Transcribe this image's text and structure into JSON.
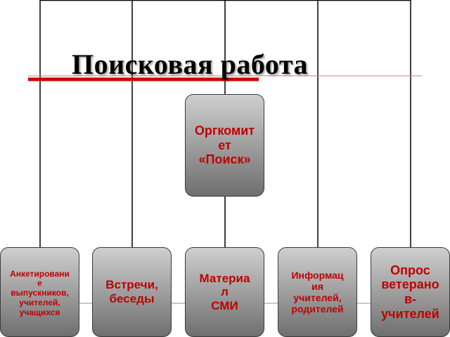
{
  "title": "Поисковая работа",
  "colors": {
    "box_text": "#c00000",
    "accent_line": "#cc0000",
    "thin_line": "#c08080",
    "connector": "#000000"
  },
  "center_box": {
    "label": "Оргкомит\nет\n«Поиск»"
  },
  "bottom_boxes": [
    {
      "label": "Анкетировани\nе\nвыпускников,\nучителей,\nучащихся"
    },
    {
      "label": "Встречи,\nбеседы"
    },
    {
      "label": "Материа\nл\nСМИ"
    },
    {
      "label": "Информац\nия\nучителей,\nродителей"
    },
    {
      "label": "Опрос\nветерано\nв-\nучителей"
    }
  ]
}
